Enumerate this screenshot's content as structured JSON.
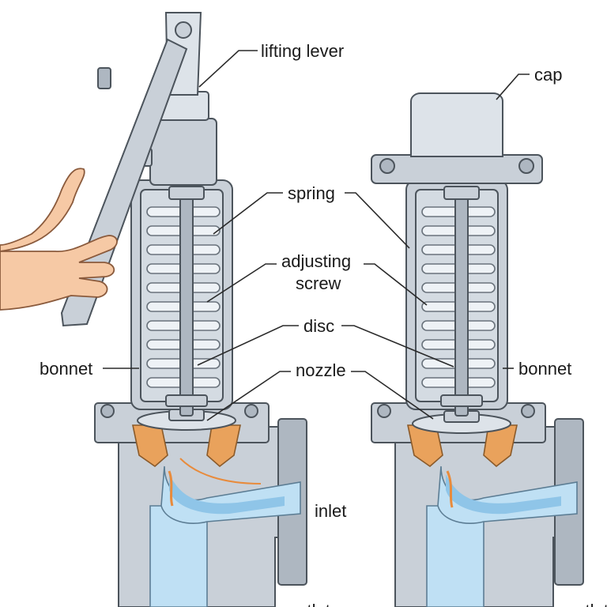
{
  "labels": {
    "lifting_lever": "lifting lever",
    "cap": "cap",
    "spring": "spring",
    "adjusting_line1": "adjusting",
    "adjusting_line2": "screw",
    "disc": "disc",
    "bonnet_left": "bonnet",
    "nozzle": "nozzle",
    "bonnet_right": "bonnet",
    "inlet": "inlet",
    "outlet_left_partial": "outlet",
    "outlet_right_partial": "outlet"
  },
  "colors": {
    "metal": "#c9d0d8",
    "outline": "#4c545c",
    "seal": "#e9a25c",
    "water": "#bfe0f4",
    "flow_stream": "#e88b3c",
    "skin": "#f6c9a5"
  }
}
